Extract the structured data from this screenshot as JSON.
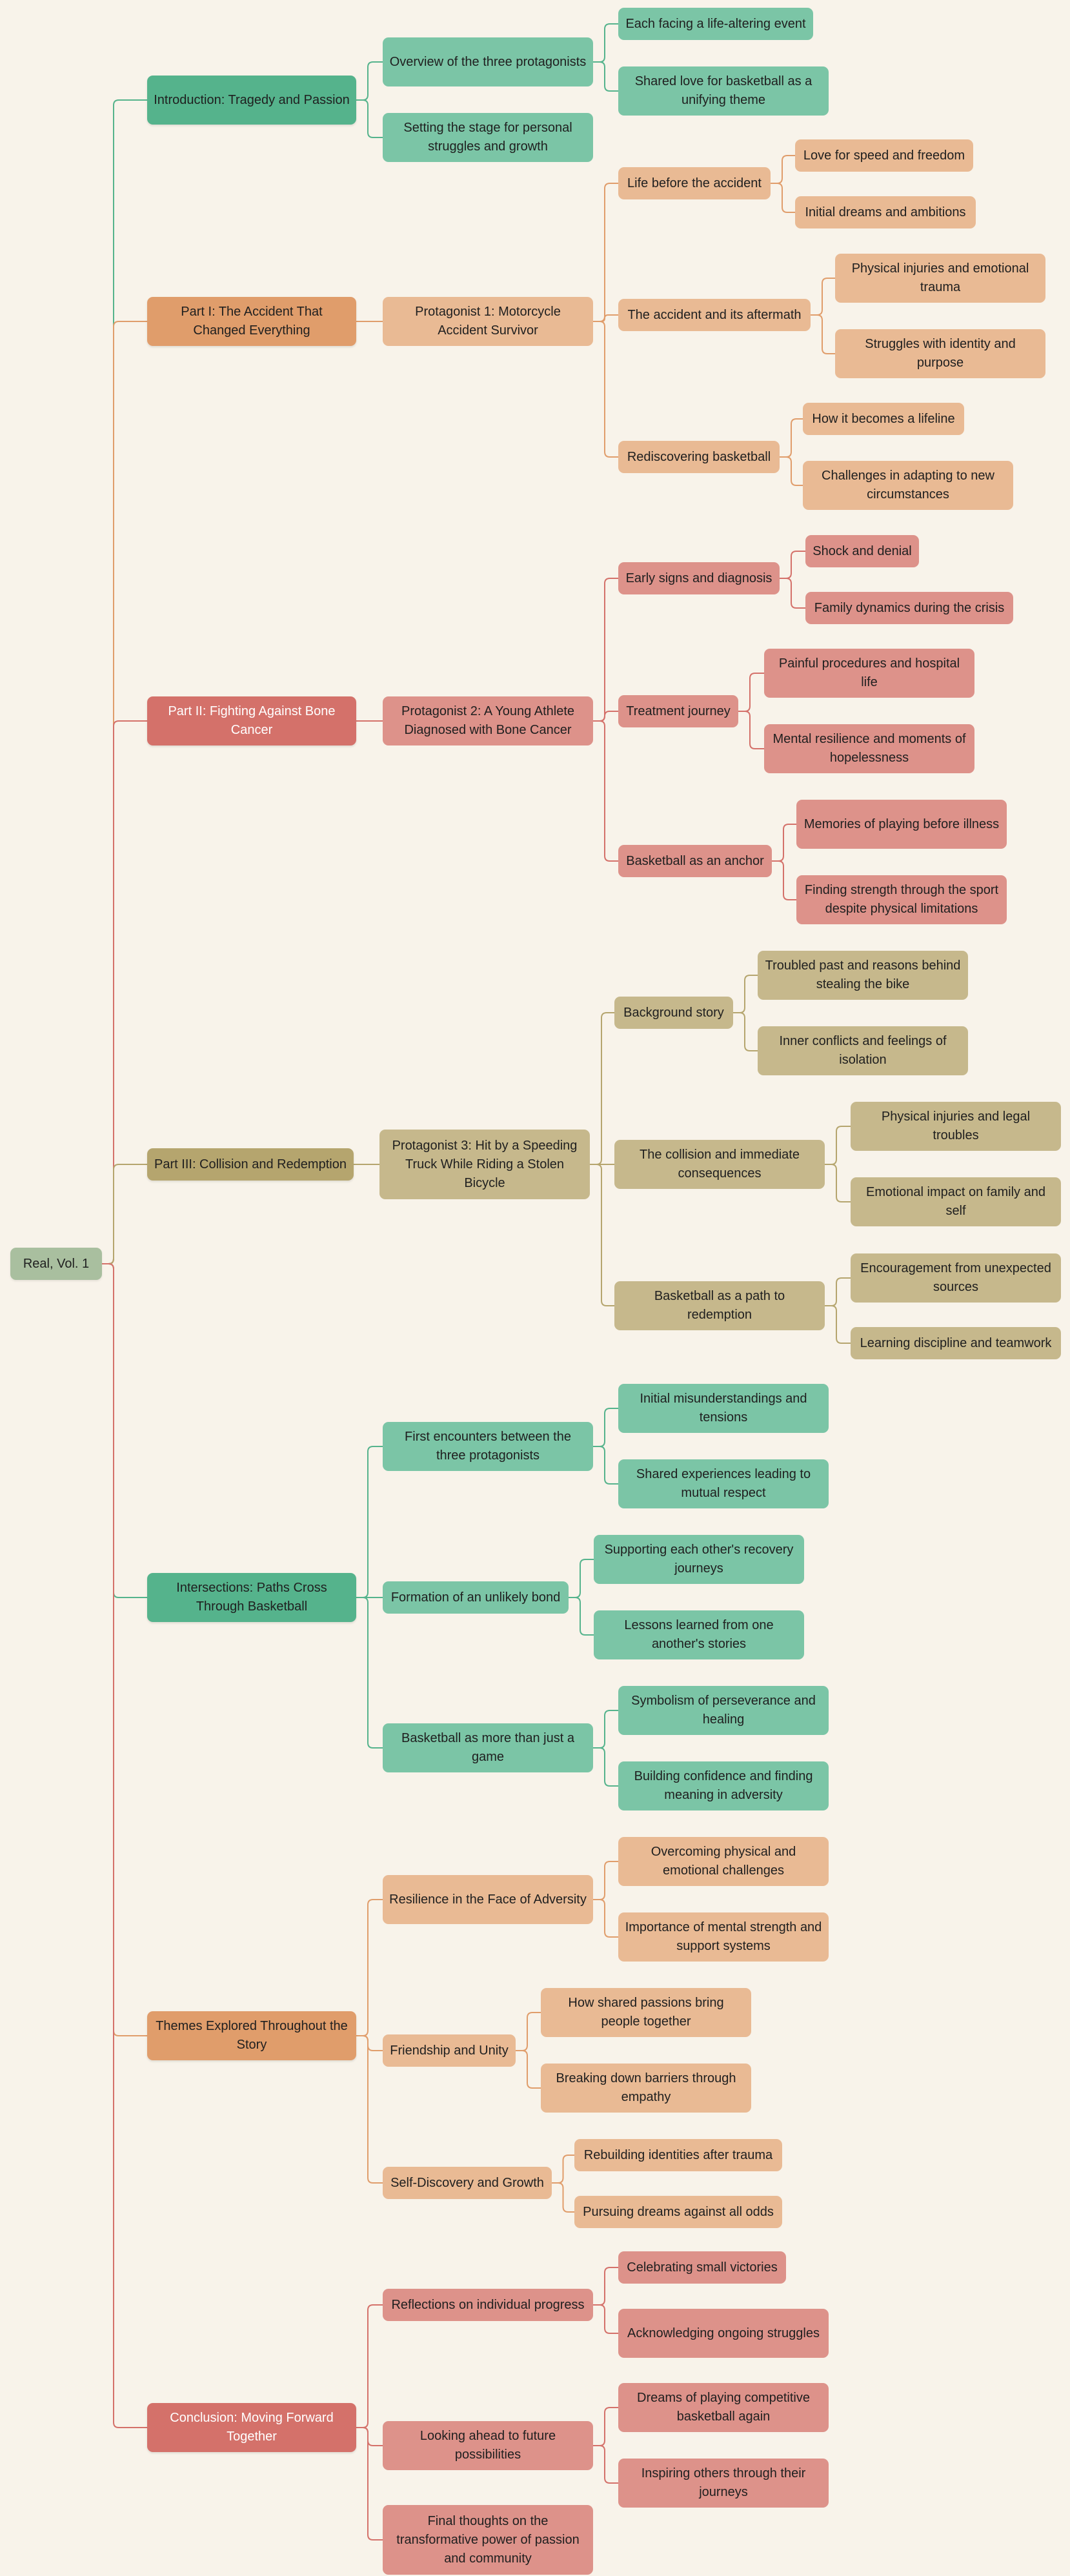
{
  "colors": {
    "background": "#f8f3ea",
    "root": "#a9bf9f",
    "teal": "#55b38c",
    "teal_light": "#7bc5a6",
    "orange": "#e09d6b",
    "orange_light": "#e9ba94",
    "red": "#d4716a",
    "red_light": "#dd928a",
    "olive": "#b5a56e",
    "olive_light": "#c6b88c"
  },
  "mindmap": {
    "root": "Real, Vol. 1",
    "sections": [
      {
        "label": "Introduction: Tragedy and Passion",
        "theme": "teal",
        "children": [
          {
            "label": "Overview of the three protagonists",
            "children": [
              {
                "label": "Each facing a life-altering event"
              },
              {
                "label": "Shared love for basketball as a unifying theme"
              }
            ]
          },
          {
            "label": "Setting the stage for personal struggles and growth"
          }
        ]
      },
      {
        "label": "Part I: The Accident That Changed Everything",
        "theme": "orange",
        "children": [
          {
            "label": "Protagonist 1: Motorcycle Accident Survivor",
            "children": [
              {
                "label": "Life before the accident",
                "children": [
                  {
                    "label": "Love for speed and freedom"
                  },
                  {
                    "label": "Initial dreams and ambitions"
                  }
                ]
              },
              {
                "label": "The accident and its aftermath",
                "children": [
                  {
                    "label": "Physical injuries and emotional trauma"
                  },
                  {
                    "label": "Struggles with identity and purpose"
                  }
                ]
              },
              {
                "label": "Rediscovering basketball",
                "children": [
                  {
                    "label": "How it becomes a lifeline"
                  },
                  {
                    "label": "Challenges in adapting to new circumstances"
                  }
                ]
              }
            ]
          }
        ]
      },
      {
        "label": "Part II: Fighting Against Bone Cancer",
        "theme": "red",
        "children": [
          {
            "label": "Protagonist 2: A Young Athlete Diagnosed with Bone Cancer",
            "children": [
              {
                "label": "Early signs and diagnosis",
                "children": [
                  {
                    "label": "Shock and denial"
                  },
                  {
                    "label": "Family dynamics during the crisis"
                  }
                ]
              },
              {
                "label": "Treatment journey",
                "children": [
                  {
                    "label": "Painful procedures and hospital life"
                  },
                  {
                    "label": "Mental resilience and moments of hopelessness"
                  }
                ]
              },
              {
                "label": "Basketball as an anchor",
                "children": [
                  {
                    "label": "Memories of playing before illness"
                  },
                  {
                    "label": "Finding strength through the sport despite physical limitations"
                  }
                ]
              }
            ]
          }
        ]
      },
      {
        "label": "Part III: Collision and Redemption",
        "theme": "olive",
        "children": [
          {
            "label": "Protagonist 3: Hit by a Speeding Truck While Riding a Stolen Bicycle",
            "children": [
              {
                "label": "Background story",
                "children": [
                  {
                    "label": "Troubled past and reasons behind stealing the bike"
                  },
                  {
                    "label": "Inner conflicts and feelings of isolation"
                  }
                ]
              },
              {
                "label": "The collision and immediate consequences",
                "children": [
                  {
                    "label": "Physical injuries and legal troubles"
                  },
                  {
                    "label": "Emotional impact on family and self"
                  }
                ]
              },
              {
                "label": "Basketball as a path to redemption",
                "children": [
                  {
                    "label": "Encouragement from unexpected sources"
                  },
                  {
                    "label": "Learning discipline and teamwork"
                  }
                ]
              }
            ]
          }
        ]
      },
      {
        "label": "Intersections: Paths Cross Through Basketball",
        "theme": "teal",
        "children": [
          {
            "label": "First encounters between the three protagonists",
            "children": [
              {
                "label": "Initial misunderstandings and tensions"
              },
              {
                "label": "Shared experiences leading to mutual respect"
              }
            ]
          },
          {
            "label": "Formation of an unlikely bond",
            "children": [
              {
                "label": "Supporting each other's recovery journeys"
              },
              {
                "label": "Lessons learned from one another's stories"
              }
            ]
          },
          {
            "label": "Basketball as more than just a game",
            "children": [
              {
                "label": "Symbolism of perseverance and healing"
              },
              {
                "label": "Building confidence and finding meaning in adversity"
              }
            ]
          }
        ]
      },
      {
        "label": "Themes Explored Throughout the Story",
        "theme": "orange",
        "children": [
          {
            "label": "Resilience in the Face of Adversity",
            "children": [
              {
                "label": "Overcoming physical and emotional challenges"
              },
              {
                "label": "Importance of mental strength and support systems"
              }
            ]
          },
          {
            "label": "Friendship and Unity",
            "children": [
              {
                "label": "How shared passions bring people together"
              },
              {
                "label": "Breaking down barriers through empathy"
              }
            ]
          },
          {
            "label": "Self-Discovery and Growth",
            "children": [
              {
                "label": "Rebuilding identities after trauma"
              },
              {
                "label": "Pursuing dreams against all odds"
              }
            ]
          }
        ]
      },
      {
        "label": "Conclusion: Moving Forward Together",
        "theme": "red",
        "children": [
          {
            "label": "Reflections on individual progress",
            "children": [
              {
                "label": "Celebrating small victories"
              },
              {
                "label": "Acknowledging ongoing struggles"
              }
            ]
          },
          {
            "label": "Looking ahead to future possibilities",
            "children": [
              {
                "label": "Dreams of playing competitive basketball again"
              },
              {
                "label": "Inspiring others through their journeys"
              }
            ]
          },
          {
            "label": "Final thoughts on the transformative power of passion and community"
          }
        ]
      }
    ]
  }
}
